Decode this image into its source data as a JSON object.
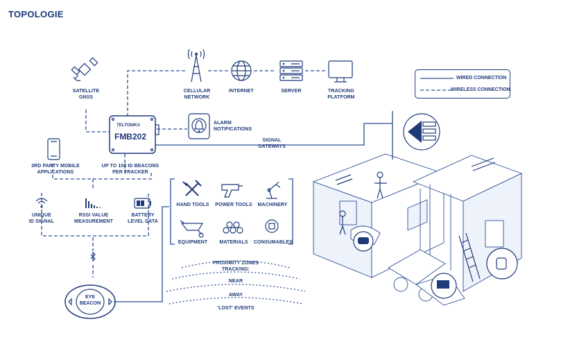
{
  "title": "TOPOLOGIE",
  "legend": {
    "wired": "WIRED CONNECTION",
    "wireless": "WIRELESS CONNECTION"
  },
  "nodes": {
    "satellite": "SATELLITE\nGNSS",
    "cellular": "CELLULAR\nNETWORK",
    "internet": "INTERNET",
    "server": "SERVER",
    "tracking": "TRACKING\nPLATFORM",
    "alarm": "ALARM\nNOTIFICATIONS",
    "gateways": "SIGNAL\nGATEWAYS",
    "mobile": "3RD PARTY MOBILE\nAPPLICATIONS",
    "beacons_per_tracker": "UP TO 100 ID BEACONS\nPER TRACKER",
    "unique_id": "UNIQUE\nID SIGNAL",
    "rssi": "RSSI VALUE\nMEASUREMENT",
    "battery": "BATTERY\nLEVEL DATA",
    "eye_beacon": "EYE\nBEACON"
  },
  "tracker": {
    "brand": "TELTONIKA",
    "model": "FMB202"
  },
  "assets": [
    "HAND TOOLS",
    "POWER TOOLS",
    "MACHINERY",
    "EQUIPMENT",
    "MATERIALS",
    "CONSUMABLES"
  ],
  "proximity": {
    "heading": "PROXIMITY ZONES\nTRACKING:",
    "near": "NEAR",
    "away": "AWAY",
    "lost": "'LOST' EVENTS"
  },
  "colors": {
    "primary": "#1d3a7a",
    "line": "#2a4f96"
  }
}
